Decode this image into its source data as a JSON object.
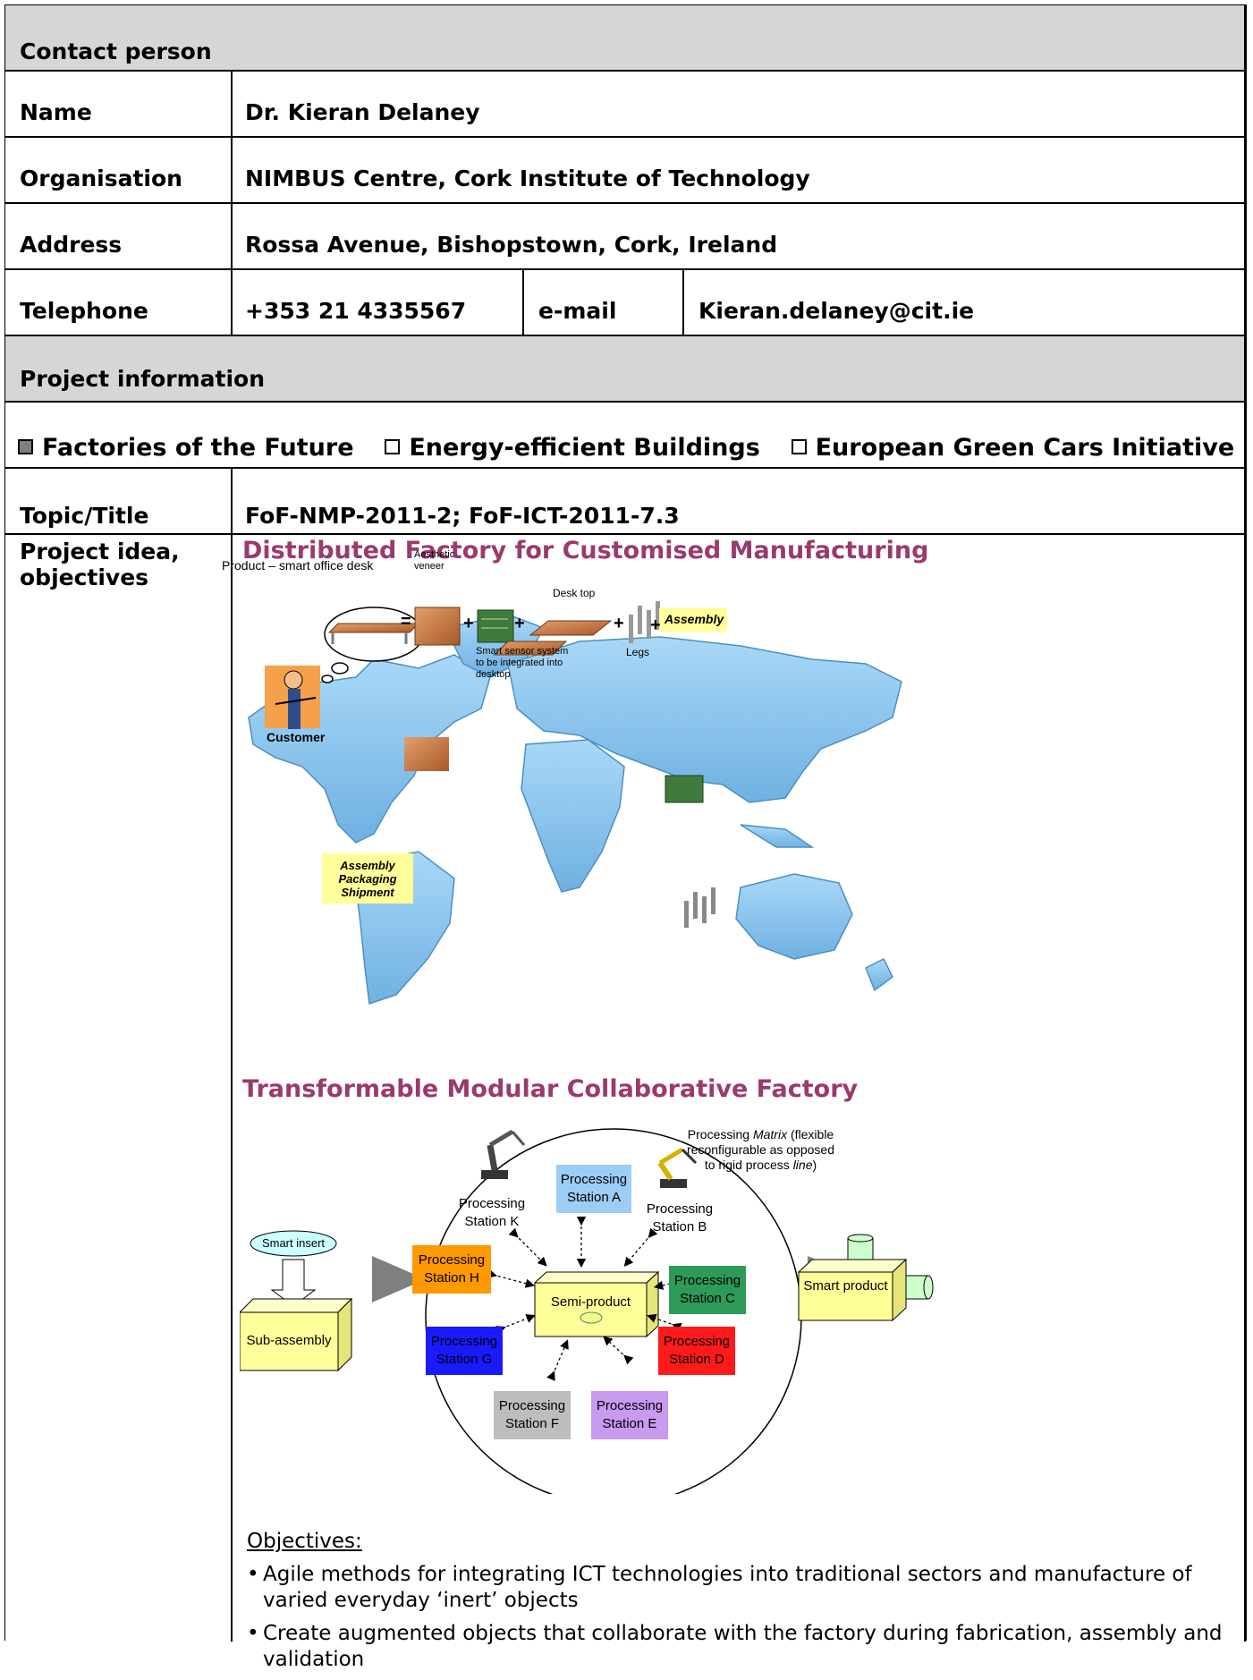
{
  "contact": {
    "header": "Contact person",
    "name_label": "Name",
    "name_value": "Dr. Kieran Delaney",
    "org_label": "Organisation",
    "org_value": "NIMBUS Centre, Cork Institute of Technology",
    "address_label": "Address",
    "address_value": "Rossa Avenue, Bishopstown, Cork, Ireland",
    "phone_label": "Telephone",
    "phone_value": "+353 21 4335567",
    "email_label": "e-mail",
    "email_value": "Kieran.delaney@cit.ie"
  },
  "project": {
    "header": "Project information",
    "initiatives": [
      {
        "label": "Factories of the Future",
        "checked": true
      },
      {
        "label": "Energy-efficient Buildings",
        "checked": false
      },
      {
        "label": "European Green Cars Initiative",
        "checked": false
      }
    ],
    "topic_label": "Topic/Title",
    "topic_value": "FoF-NMP-2011-2; FoF-ICT-2011-7.3",
    "idea_label_1": "Project idea,",
    "idea_label_2": "objectives",
    "section1_title": "Distributed Factory for Customised Manufacturing",
    "section2_title": "Transformable Modular Collaborative Factory",
    "objectives_heading": "Objectives:",
    "objectives": [
      "Agile methods for integrating ICT technologies into traditional sectors and manufacture of varied everyday ‘inert’ objects",
      "Create augmented objects that collaborate with the factory during fabrication, assembly and validation"
    ]
  },
  "map_figure": {
    "product_label": "Product – smart office desk",
    "veneer_label_1": "Aesthetic",
    "veneer_label_2": "veneer",
    "desktop_label": "Desk top",
    "sensor_label_1": "Smart sensor system",
    "sensor_label_2": "to be integrated into",
    "sensor_label_3": "desktop",
    "legs_label": "Legs",
    "assembly_label": "Assembly",
    "customer_label": "Customer",
    "sa_label_1": "Assembly",
    "sa_label_2": "Packaging",
    "sa_label_3": "Shipment",
    "ops": [
      "=",
      "+",
      "+",
      "+",
      "+"
    ],
    "colors": {
      "map": "#8fc8ee",
      "note": "#ffff99",
      "wood": "#c8753a",
      "pcb": "#3f7a3c"
    }
  },
  "factory_figure": {
    "matrix_note_1": "Processing ",
    "matrix_note_em": "Matrix",
    "matrix_note_2": " (flexible",
    "matrix_note_3": "reconfigurable as opposed",
    "matrix_note_4": "to rigid process ",
    "matrix_note_em2": "line",
    "matrix_note_5": ")",
    "smart_insert": "Smart insert",
    "sub_assembly": "Sub-assembly",
    "semi_product": "Semi-product",
    "smart_product": "Smart product",
    "stations": {
      "A": [
        "Processing",
        "Station A"
      ],
      "B": [
        "Processing",
        "Station B"
      ],
      "C": [
        "Processing",
        "Station C"
      ],
      "D": [
        "Processing",
        "Station D"
      ],
      "E": [
        "Processing",
        "Station E"
      ],
      "F": [
        "Processing",
        "Station F"
      ],
      "G": [
        "Processing",
        "Station G"
      ],
      "H": [
        "Processing",
        "Station H"
      ],
      "K": [
        "Processing",
        "Station K"
      ]
    },
    "colors": {
      "A": "#9ccdf5",
      "C": "#2e9a57",
      "D": "#ff1a1a",
      "E": "#c89af0",
      "F": "#bdbdbd",
      "G": "#1a1aff",
      "H": "#ff9900",
      "cube": "#ffff99",
      "cylinder": "#ccffcc",
      "arrow": "#7f7f7f"
    }
  }
}
